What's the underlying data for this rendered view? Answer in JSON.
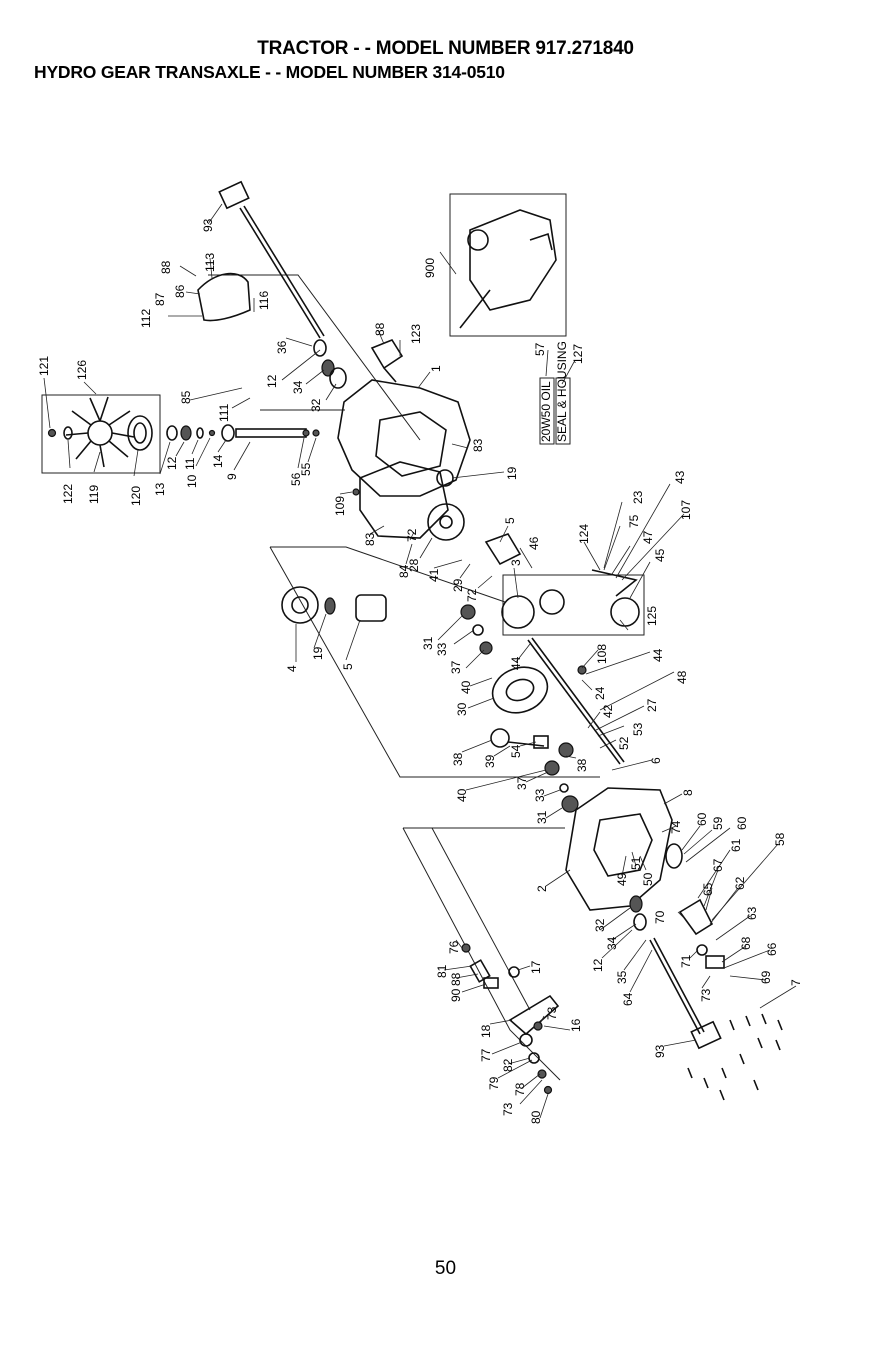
{
  "header": {
    "title_line1": "TRACTOR - - MODEL NUMBER 917.271840",
    "title_line2": "HYDRO GEAR TRANSAXLE - - MODEL NUMBER 314-0510"
  },
  "footer": {
    "page_number": "50"
  },
  "decal": {
    "line1": "20W50 OIL",
    "line2": "SEAL & HOUSING"
  },
  "callouts": [
    {
      "id": "c93a",
      "text": "93"
    },
    {
      "id": "c88a",
      "text": "88"
    },
    {
      "id": "c113",
      "text": "113"
    },
    {
      "id": "c86",
      "text": "86"
    },
    {
      "id": "c87",
      "text": "87"
    },
    {
      "id": "c112",
      "text": "112"
    },
    {
      "id": "c116",
      "text": "116"
    },
    {
      "id": "c36",
      "text": "36"
    },
    {
      "id": "c88b",
      "text": "88"
    },
    {
      "id": "c123",
      "text": "123"
    },
    {
      "id": "c12a",
      "text": "12"
    },
    {
      "id": "c34a",
      "text": "34"
    },
    {
      "id": "c32a",
      "text": "32"
    },
    {
      "id": "c1",
      "text": "1"
    },
    {
      "id": "c85",
      "text": "85"
    },
    {
      "id": "c111",
      "text": "111"
    },
    {
      "id": "c121",
      "text": "121"
    },
    {
      "id": "c126",
      "text": "126"
    },
    {
      "id": "c122",
      "text": "122"
    },
    {
      "id": "c119",
      "text": "119"
    },
    {
      "id": "c120",
      "text": "120"
    },
    {
      "id": "c13",
      "text": "13"
    },
    {
      "id": "c12b",
      "text": "12"
    },
    {
      "id": "c11",
      "text": "11"
    },
    {
      "id": "c10",
      "text": "10"
    },
    {
      "id": "c14",
      "text": "14"
    },
    {
      "id": "c9",
      "text": "9"
    },
    {
      "id": "c56",
      "text": "56"
    },
    {
      "id": "c55",
      "text": "55"
    },
    {
      "id": "c109",
      "text": "109"
    },
    {
      "id": "c83a",
      "text": "83"
    },
    {
      "id": "c19a",
      "text": "19"
    },
    {
      "id": "c83b",
      "text": "83"
    },
    {
      "id": "c72a",
      "text": "72"
    },
    {
      "id": "c84",
      "text": "84"
    },
    {
      "id": "c28",
      "text": "28"
    },
    {
      "id": "c41",
      "text": "41"
    },
    {
      "id": "c29",
      "text": "29"
    },
    {
      "id": "c72b",
      "text": "72"
    },
    {
      "id": "c5a",
      "text": "5"
    },
    {
      "id": "c46",
      "text": "46"
    },
    {
      "id": "c3",
      "text": "3"
    },
    {
      "id": "c900",
      "text": "900"
    },
    {
      "id": "c57",
      "text": "57"
    },
    {
      "id": "c127",
      "text": "127"
    },
    {
      "id": "c124",
      "text": "124"
    },
    {
      "id": "c23",
      "text": "23"
    },
    {
      "id": "c75",
      "text": "75"
    },
    {
      "id": "c47",
      "text": "47"
    },
    {
      "id": "c43",
      "text": "43"
    },
    {
      "id": "c107",
      "text": "107"
    },
    {
      "id": "c45",
      "text": "45"
    },
    {
      "id": "c125",
      "text": "125"
    },
    {
      "id": "c4",
      "text": "4"
    },
    {
      "id": "c19b",
      "text": "19"
    },
    {
      "id": "c5b",
      "text": "5"
    },
    {
      "id": "c31a",
      "text": "31"
    },
    {
      "id": "c33a",
      "text": "33"
    },
    {
      "id": "c37a",
      "text": "37"
    },
    {
      "id": "c44a",
      "text": "44"
    },
    {
      "id": "c108",
      "text": "108"
    },
    {
      "id": "c44b",
      "text": "44"
    },
    {
      "id": "c40a",
      "text": "40"
    },
    {
      "id": "c30",
      "text": "30"
    },
    {
      "id": "c24",
      "text": "24"
    },
    {
      "id": "c48",
      "text": "48"
    },
    {
      "id": "c42",
      "text": "42"
    },
    {
      "id": "c27",
      "text": "27"
    },
    {
      "id": "c53",
      "text": "53"
    },
    {
      "id": "c52",
      "text": "52"
    },
    {
      "id": "c38a",
      "text": "38"
    },
    {
      "id": "c39",
      "text": "39"
    },
    {
      "id": "c54",
      "text": "54"
    },
    {
      "id": "c38b",
      "text": "38"
    },
    {
      "id": "c6",
      "text": "6"
    },
    {
      "id": "c40b",
      "text": "40"
    },
    {
      "id": "c37b",
      "text": "37"
    },
    {
      "id": "c33b",
      "text": "33"
    },
    {
      "id": "c31b",
      "text": "31"
    },
    {
      "id": "c8",
      "text": "8"
    },
    {
      "id": "c74",
      "text": "74"
    },
    {
      "id": "c60a",
      "text": "60"
    },
    {
      "id": "c59",
      "text": "59"
    },
    {
      "id": "c60b",
      "text": "60"
    },
    {
      "id": "c51",
      "text": "51"
    },
    {
      "id": "c49",
      "text": "49"
    },
    {
      "id": "c50",
      "text": "50"
    },
    {
      "id": "c2",
      "text": "2"
    },
    {
      "id": "c61",
      "text": "61"
    },
    {
      "id": "c58",
      "text": "58"
    },
    {
      "id": "c67",
      "text": "67"
    },
    {
      "id": "c65",
      "text": "65"
    },
    {
      "id": "c62",
      "text": "62"
    },
    {
      "id": "c70",
      "text": "70"
    },
    {
      "id": "c63",
      "text": "63"
    },
    {
      "id": "c32b",
      "text": "32"
    },
    {
      "id": "c34b",
      "text": "34"
    },
    {
      "id": "c12c",
      "text": "12"
    },
    {
      "id": "c35",
      "text": "35"
    },
    {
      "id": "c64",
      "text": "64"
    },
    {
      "id": "c71",
      "text": "71"
    },
    {
      "id": "c68",
      "text": "68"
    },
    {
      "id": "c66",
      "text": "66"
    },
    {
      "id": "c69",
      "text": "69"
    },
    {
      "id": "c7",
      "text": "7"
    },
    {
      "id": "c73a",
      "text": "73"
    },
    {
      "id": "c76",
      "text": "76"
    },
    {
      "id": "c81",
      "text": "81"
    },
    {
      "id": "c88c",
      "text": "88"
    },
    {
      "id": "c90",
      "text": "90"
    },
    {
      "id": "c17",
      "text": "17"
    },
    {
      "id": "c18",
      "text": "18"
    },
    {
      "id": "c73b",
      "text": "73"
    },
    {
      "id": "c16",
      "text": "16"
    },
    {
      "id": "c77",
      "text": "77"
    },
    {
      "id": "c82",
      "text": "82"
    },
    {
      "id": "c79",
      "text": "79"
    },
    {
      "id": "c78",
      "text": "78"
    },
    {
      "id": "c73c",
      "text": "73"
    },
    {
      "id": "c80",
      "text": "80"
    },
    {
      "id": "c93b",
      "text": "93"
    }
  ]
}
